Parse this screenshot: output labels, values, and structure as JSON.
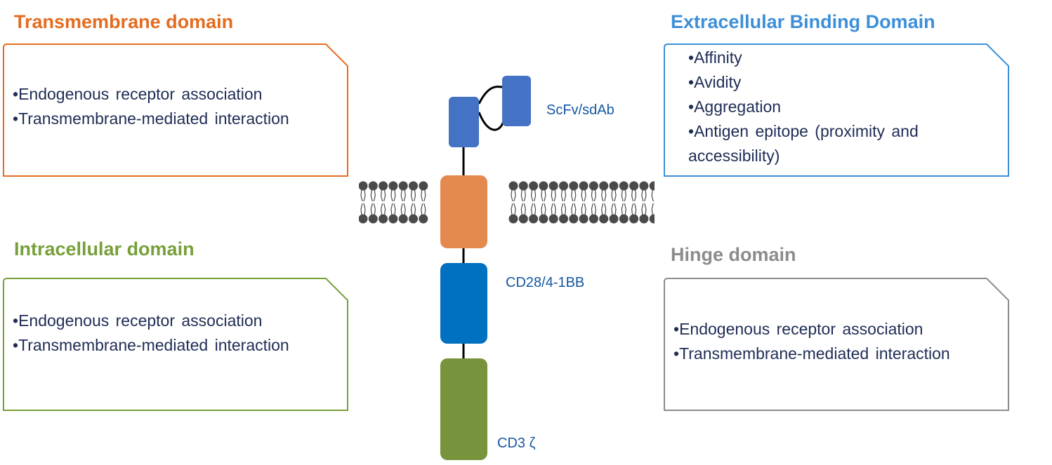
{
  "panels": {
    "transmembrane": {
      "heading": "Transmembrane domain",
      "color": "#e46c1f",
      "items": [
        "Endogenous receptor association",
        "Transmembrane-mediated interaction"
      ]
    },
    "intracellular": {
      "heading": "Intracellular domain",
      "color": "#77a03a",
      "items": [
        "Endogenous receptor association",
        "Transmembrane-mediated interaction"
      ]
    },
    "extracellular": {
      "heading": "Extracellular Binding Domain",
      "color": "#3d8fd8",
      "items": [
        "Affinity",
        "Avidity",
        "Aggregation",
        "Antigen epitope (proximity and accessibility)"
      ]
    },
    "hinge": {
      "heading": "Hinge domain",
      "color": "#8c8c8c",
      "items": [
        "Endogenous receptor association",
        "Transmembrane-mediated interaction"
      ]
    }
  },
  "receptor": {
    "scfv_label": "ScFv/sdAb",
    "costim_label": "CD28/4-1BB",
    "cd3_label": "CD3 ζ",
    "colors": {
      "scfv": "#4472c4",
      "transmembrane": "#e48a4e",
      "costim": "#0070c0",
      "cd3": "#77933c",
      "lipid": "#4a4a4a"
    }
  }
}
